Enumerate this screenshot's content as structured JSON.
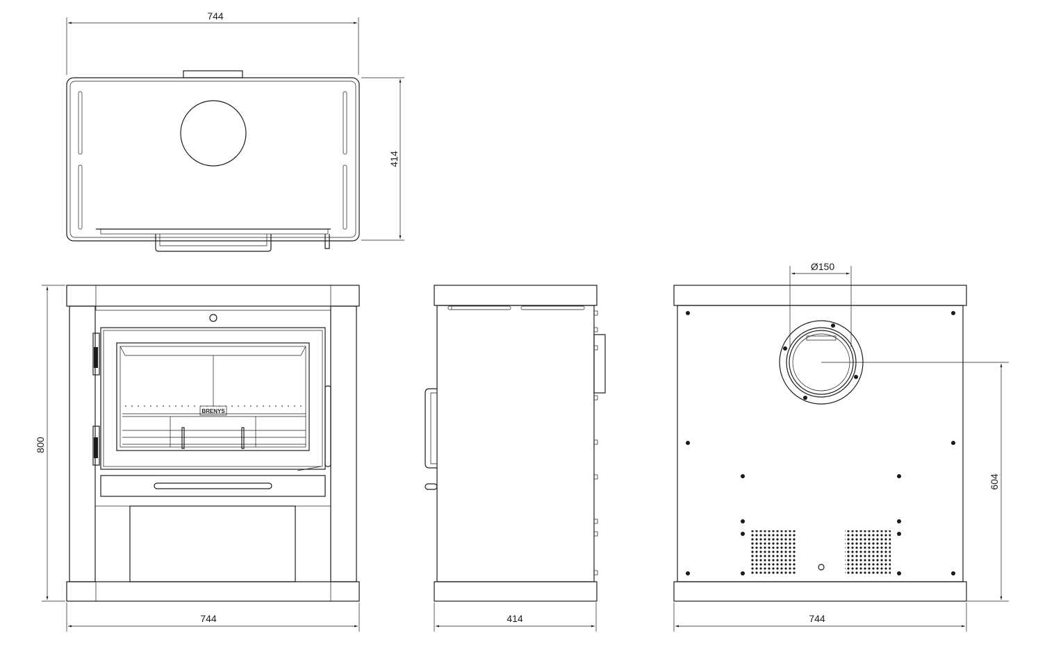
{
  "dimensions": {
    "top_width": "744",
    "top_depth": "414",
    "front_height": "800",
    "front_width": "744",
    "side_depth": "414",
    "back_flue_diameter": "Ø150",
    "back_flue_height": "604",
    "back_width": "744"
  },
  "logo_text": "BRENYS",
  "colors": {
    "line": "#1a1a1a",
    "background": "#ffffff"
  }
}
